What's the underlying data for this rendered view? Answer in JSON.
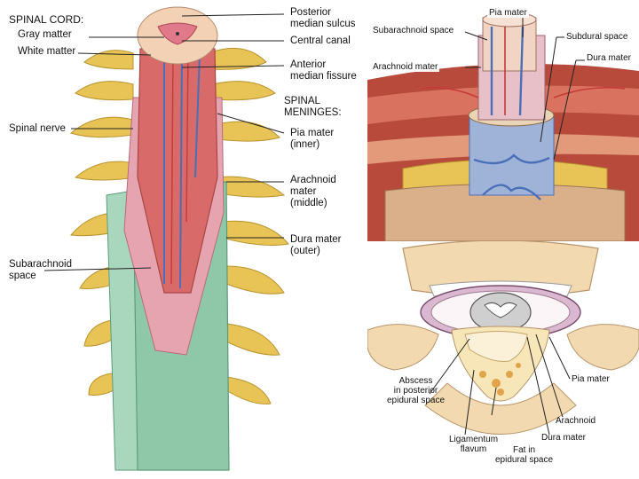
{
  "left_panel": {
    "heading_spinal_cord": "SPINAL CORD:",
    "gray_matter": "Gray matter",
    "white_matter": "White matter",
    "spinal_nerve": "Spinal nerve",
    "subarachnoid_space": [
      "Subarachnoid",
      "space"
    ],
    "posterior_median_sulcus": [
      "Posterior",
      "median sulcus"
    ],
    "central_canal": "Central canal",
    "anterior_median_fissure": [
      "Anterior",
      "median fissure"
    ],
    "heading_spinal_meninges": [
      "SPINAL",
      "MENINGES:"
    ],
    "pia_mater": [
      "Pia mater",
      "(inner)"
    ],
    "arachnoid_mater": [
      "Arachnoid",
      "mater",
      "(middle)"
    ],
    "dura_mater": [
      "Dura mater",
      "(outer)"
    ]
  },
  "top_right_panel": {
    "pia_mater": "Pia mater",
    "subarachnoid_space": "Subarachnoid space",
    "subdural_space": "Subdural space",
    "arachnoid_mater": "Arachnoid mater",
    "dura_mater": "Dura mater"
  },
  "bottom_right_panel": {
    "abscess": [
      "Abscess",
      "in posterior",
      "epidural space"
    ],
    "ligamentum_flavum": [
      "Ligamentum",
      "flavum"
    ],
    "fat": [
      "Fat in",
      "epidural space"
    ],
    "pia_mater": "Pia mater",
    "arachnoid": "Arachnoid",
    "dura_mater": "Dura mater"
  },
  "colors": {
    "dura": "#8ec8a8",
    "arachnoid": "#e6a4b0",
    "pia_cord": "#d86a6a",
    "nerve": "#e8c457",
    "vein": "#4a6fb8",
    "bone": "#f2d9b0",
    "muscle": "#b84a3c"
  }
}
